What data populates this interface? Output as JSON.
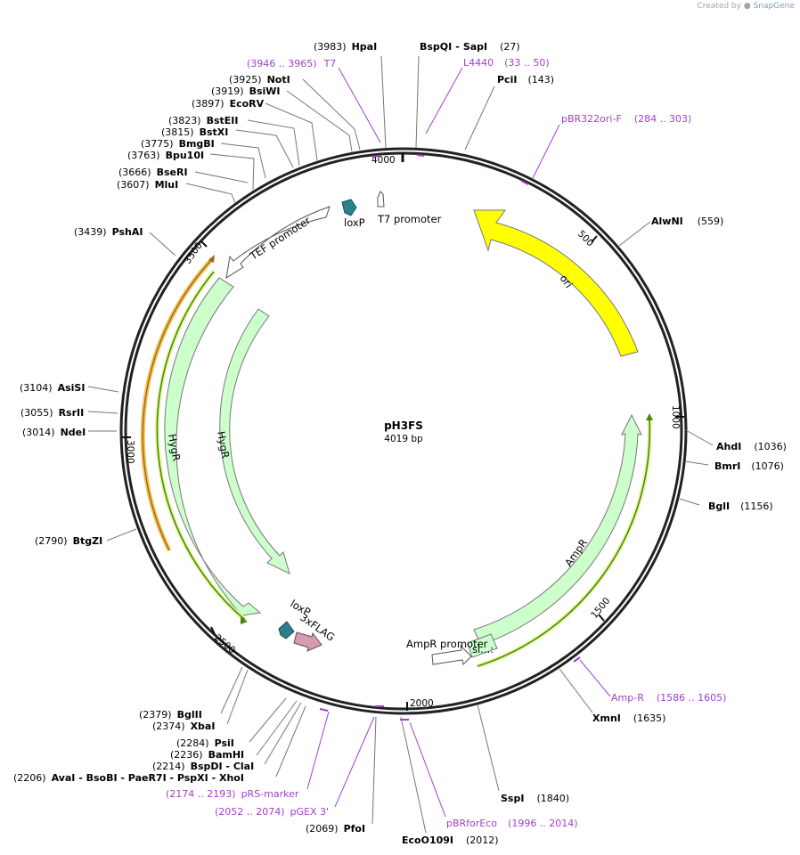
{
  "credit": {
    "prefix": "Created by",
    "brand": "SnapGene"
  },
  "plasmid": {
    "name": "pH3FS",
    "size_label": "4019 bp",
    "length": 4019
  },
  "ticks": [
    {
      "label": "500",
      "pos": 500
    },
    {
      "label": "1000",
      "pos": 1000
    },
    {
      "label": "1500",
      "pos": 1500
    },
    {
      "label": "2000",
      "pos": 2000
    },
    {
      "label": "2500",
      "pos": 2500
    },
    {
      "label": "3000",
      "pos": 3000
    },
    {
      "label": "3500",
      "pos": 3500
    },
    {
      "label": "4000",
      "pos": 4000
    }
  ],
  "enzymes": [
    {
      "name": "HpaI",
      "pos_label": "(3983)",
      "pos": 3983
    },
    {
      "name": "BspQI",
      "sep": "-",
      "name2": "SapI",
      "pos_label": "(27)",
      "pos": 27
    },
    {
      "name": "PciI",
      "pos_label": "(143)",
      "pos": 143
    },
    {
      "name": "AlwNI",
      "pos_label": "(559)",
      "pos": 559
    },
    {
      "name": "AhdI",
      "pos_label": "(1036)",
      "pos": 1036
    },
    {
      "name": "BmrI",
      "pos_label": "(1076)",
      "pos": 1076
    },
    {
      "name": "BglI",
      "pos_label": "(1156)",
      "pos": 1156
    },
    {
      "name": "XmnI",
      "pos_label": "(1635)",
      "pos": 1635
    },
    {
      "name": "SspI",
      "pos_label": "(1840)",
      "pos": 1840
    },
    {
      "name": "EcoO109I",
      "pos_label": "(2012)",
      "pos": 2012
    },
    {
      "name": "PfoI",
      "pos_label": "(2069)",
      "pos": 2069
    },
    {
      "name": "AvaI - BsoBI - PaeR7I - PspXI - XhoI",
      "pos_label": "(2206)",
      "pos": 2206
    },
    {
      "name": "BspDI - ClaI",
      "pos_label": "(2214)",
      "pos": 2214
    },
    {
      "name": "BamHI",
      "pos_label": "(2236)",
      "pos": 2236
    },
    {
      "name": "PsiI",
      "pos_label": "(2284)",
      "pos": 2284
    },
    {
      "name": "XbaI",
      "pos_label": "(2374)",
      "pos": 2374
    },
    {
      "name": "BglII",
      "pos_label": "(2379)",
      "pos": 2379
    },
    {
      "name": "BtgZI",
      "pos_label": "(2790)",
      "pos": 2790
    },
    {
      "name": "NdeI",
      "pos_label": "(3014)",
      "pos": 3014
    },
    {
      "name": "RsrII",
      "pos_label": "(3055)",
      "pos": 3055
    },
    {
      "name": "AsiSI",
      "pos_label": "(3104)",
      "pos": 3104
    },
    {
      "name": "PshAI",
      "pos_label": "(3439)",
      "pos": 3439
    },
    {
      "name": "MluI",
      "pos_label": "(3607)",
      "pos": 3607
    },
    {
      "name": "BseRI",
      "pos_label": "(3666)",
      "pos": 3666
    },
    {
      "name": "Bpu10I",
      "pos_label": "(3763)",
      "pos": 3763
    },
    {
      "name": "BmgBI",
      "pos_label": "(3775)",
      "pos": 3775
    },
    {
      "name": "BstXI",
      "pos_label": "(3815)",
      "pos": 3815
    },
    {
      "name": "BstEII",
      "pos_label": "(3823)",
      "pos": 3823
    },
    {
      "name": "EcoRV",
      "pos_label": "(3897)",
      "pos": 3897
    },
    {
      "name": "BsiWI",
      "pos_label": "(3919)",
      "pos": 3919
    },
    {
      "name": "NotI",
      "pos_label": "(3925)",
      "pos": 3925
    }
  ],
  "primers": [
    {
      "name": "T7",
      "range_label": "(3946 .. 3965)",
      "start": 3946,
      "end": 3965
    },
    {
      "name": "L4440",
      "range_label": "(33 .. 50)",
      "start": 33,
      "end": 50
    },
    {
      "name": "pBR322ori-F",
      "range_label": "(284 .. 303)",
      "start": 284,
      "end": 303
    },
    {
      "name": "Amp-R",
      "range_label": "(1586 .. 1605)",
      "start": 1586,
      "end": 1605
    },
    {
      "name": "pBRforEco",
      "range_label": "(1996 .. 2014)",
      "start": 1996,
      "end": 2014
    },
    {
      "name": "pGEX 3'",
      "range_label": "(2052 .. 2074)",
      "start": 2052,
      "end": 2074
    },
    {
      "name": "pRS-marker",
      "range_label": "(2174 .. 2193)",
      "start": 2174,
      "end": 2193
    }
  ],
  "features": [
    {
      "name": "ori",
      "color": "#ffff00"
    },
    {
      "name": "AmpR",
      "color": "#ccffcc"
    },
    {
      "name": "AmpR promoter",
      "color": "#ffffff"
    },
    {
      "name": "si...:",
      "color": "#ccffcc"
    },
    {
      "name": "loxP",
      "color": "#2d7f8c"
    },
    {
      "name": "3xFLAG",
      "color": "#d59bb4"
    },
    {
      "name": "loxP",
      "color": "#2d7f8c"
    },
    {
      "name": "HygR",
      "color": "#ccffcc"
    },
    {
      "name": "HygR",
      "color": "#ccffcc"
    },
    {
      "name": "TEF promoter",
      "color": "#ffffff"
    },
    {
      "name": "T7 promoter",
      "color": "#ffffff"
    }
  ],
  "colors": {
    "backbone": "#222222",
    "primer": "#a43ecb",
    "orf_outline": "#4a8a00",
    "orf_highlight": "#f2c14e"
  }
}
